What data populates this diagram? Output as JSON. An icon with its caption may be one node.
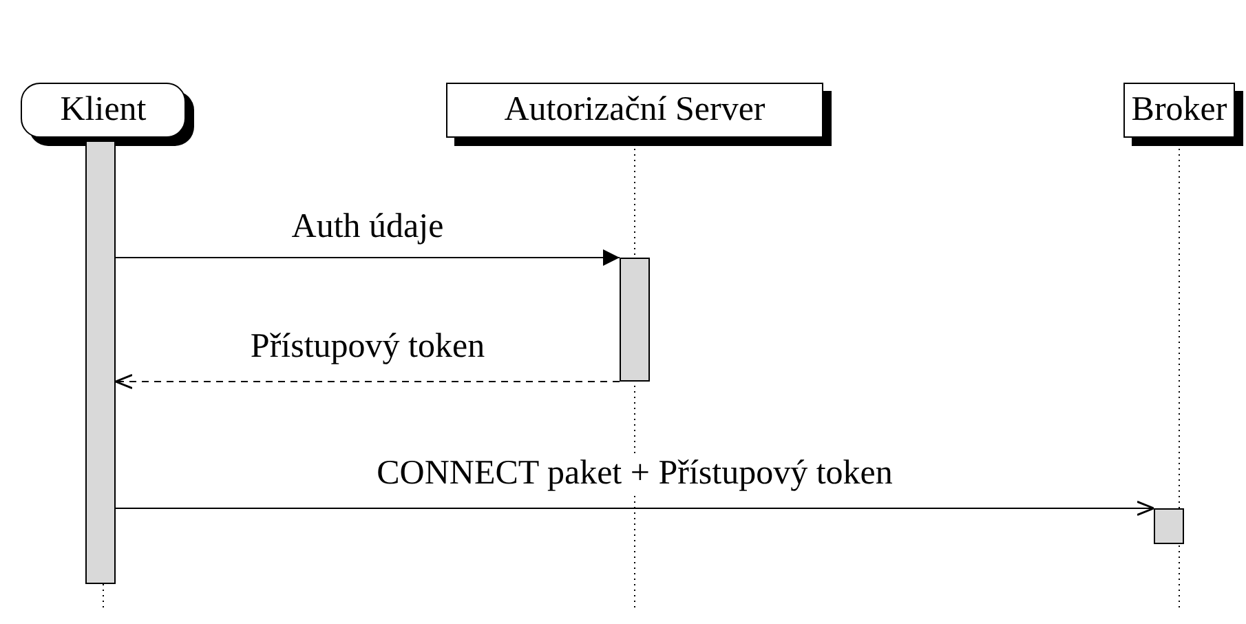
{
  "diagram": {
    "nodes": [
      {
        "text": [
          "Klient"
        ]
      },
      {
        "text": [
          "Autorizační Server"
        ]
      },
      {
        "text": [
          "Broker"
        ]
      },
      {
        "text": [],
        "shape": "bar"
      },
      {
        "text": [],
        "shape": "bar"
      },
      {
        "text": [],
        "shape": "bar"
      }
    ],
    "edges": [
      {
        "from": 3,
        "to": 4,
        "arrow": "to",
        "label": "Auth údaje"
      },
      {
        "from": 4,
        "to": 3,
        "arrow": "to",
        "label": "Přístupový token",
        "style": "dashed"
      },
      {
        "from": 3,
        "to": 5,
        "arrow": "to",
        "label": "CONNECT paket + Přístupový token"
      }
    ]
  }
}
